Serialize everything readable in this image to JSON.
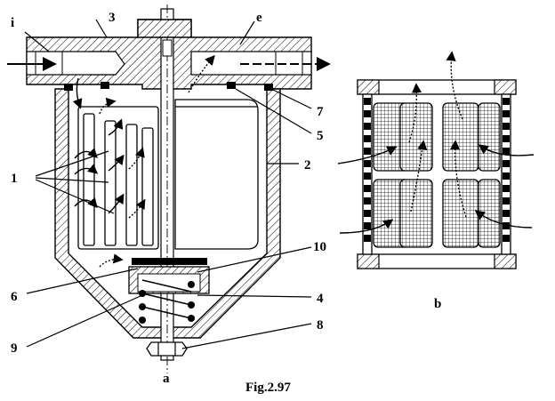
{
  "labels": {
    "i": "i",
    "e": "e",
    "n1": "1",
    "n2": "2",
    "n3": "3",
    "n4": "4",
    "n5": "5",
    "n6": "6",
    "n7": "7",
    "n8": "8",
    "n9": "9",
    "n10": "10",
    "a": "a",
    "b": "b"
  },
  "caption": "Fig.2.97"
}
